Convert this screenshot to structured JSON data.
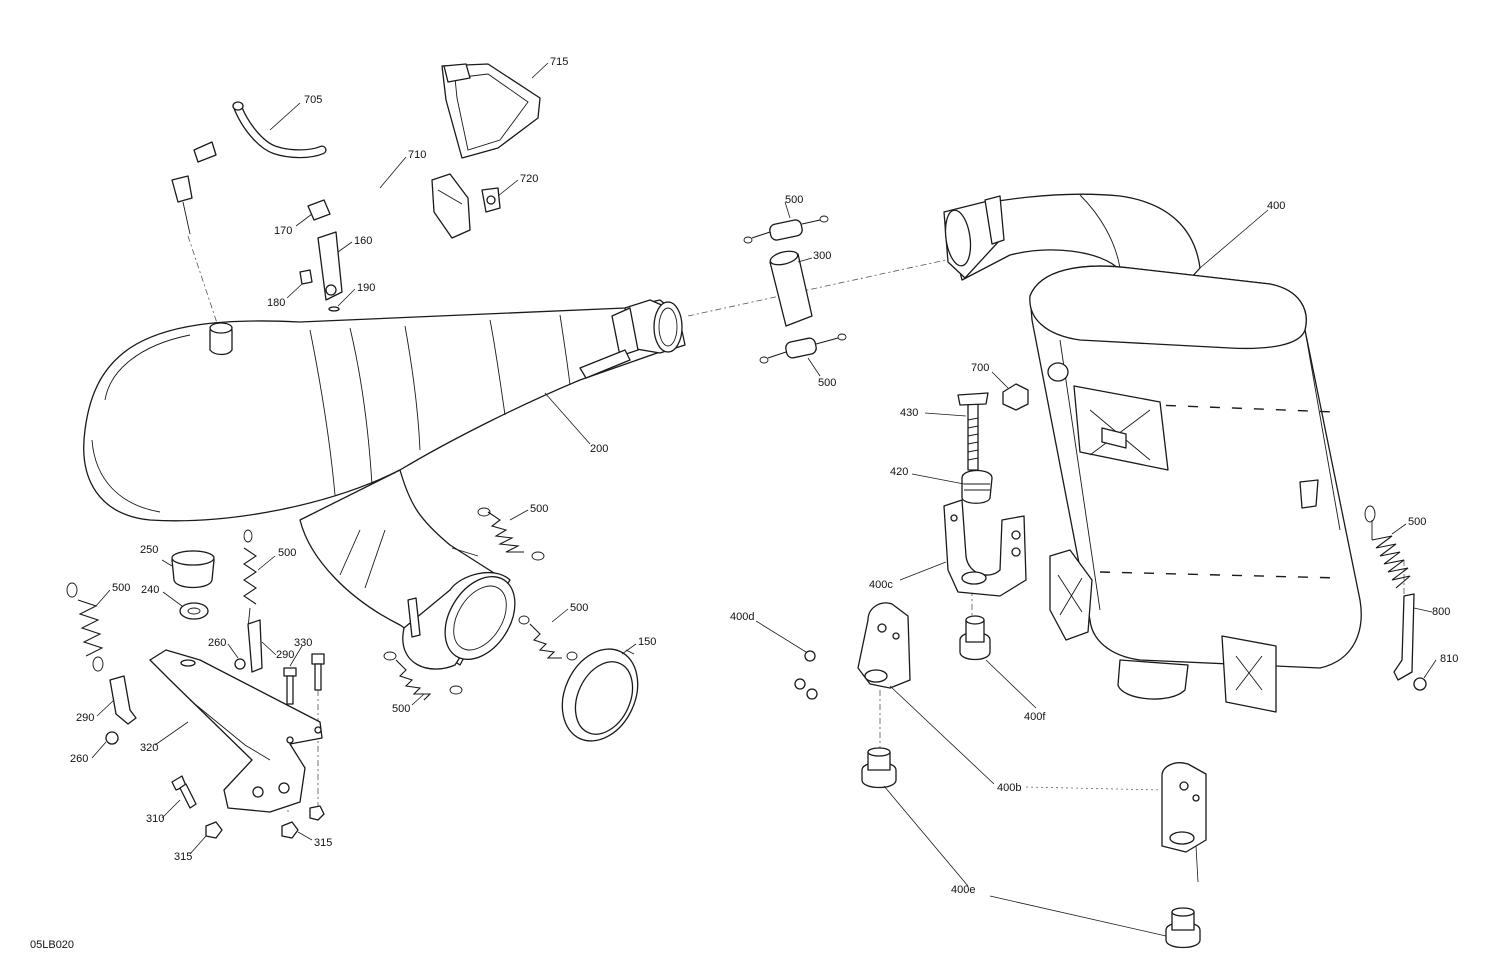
{
  "diagram_code": "05LB020",
  "callouts": {
    "c705": "705",
    "c715": "715",
    "c710": "710",
    "c720": "720",
    "c170": "170",
    "c160": "160",
    "c180": "180",
    "c190": "190",
    "c500_top": "500",
    "c300": "300",
    "c500_mid": "500",
    "c400": "400",
    "c200": "200",
    "c700": "700",
    "c430": "430",
    "c420": "420",
    "c500_rf": "500",
    "c400c": "400c",
    "c800": "800",
    "c810": "810",
    "c400d": "400d",
    "c400f": "400f",
    "c400b": "400b",
    "c400e": "400e",
    "c250": "250",
    "c500_a": "500",
    "c500_b": "500",
    "c240": "240",
    "c500_left": "500",
    "c500_c": "500",
    "c150": "150",
    "c500_d": "500",
    "c260_a": "260",
    "c290_a": "290",
    "c330": "330",
    "c290_b": "290",
    "c320": "320",
    "c260_b": "260",
    "c310": "310",
    "c315_a": "315",
    "c315_b": "315"
  }
}
